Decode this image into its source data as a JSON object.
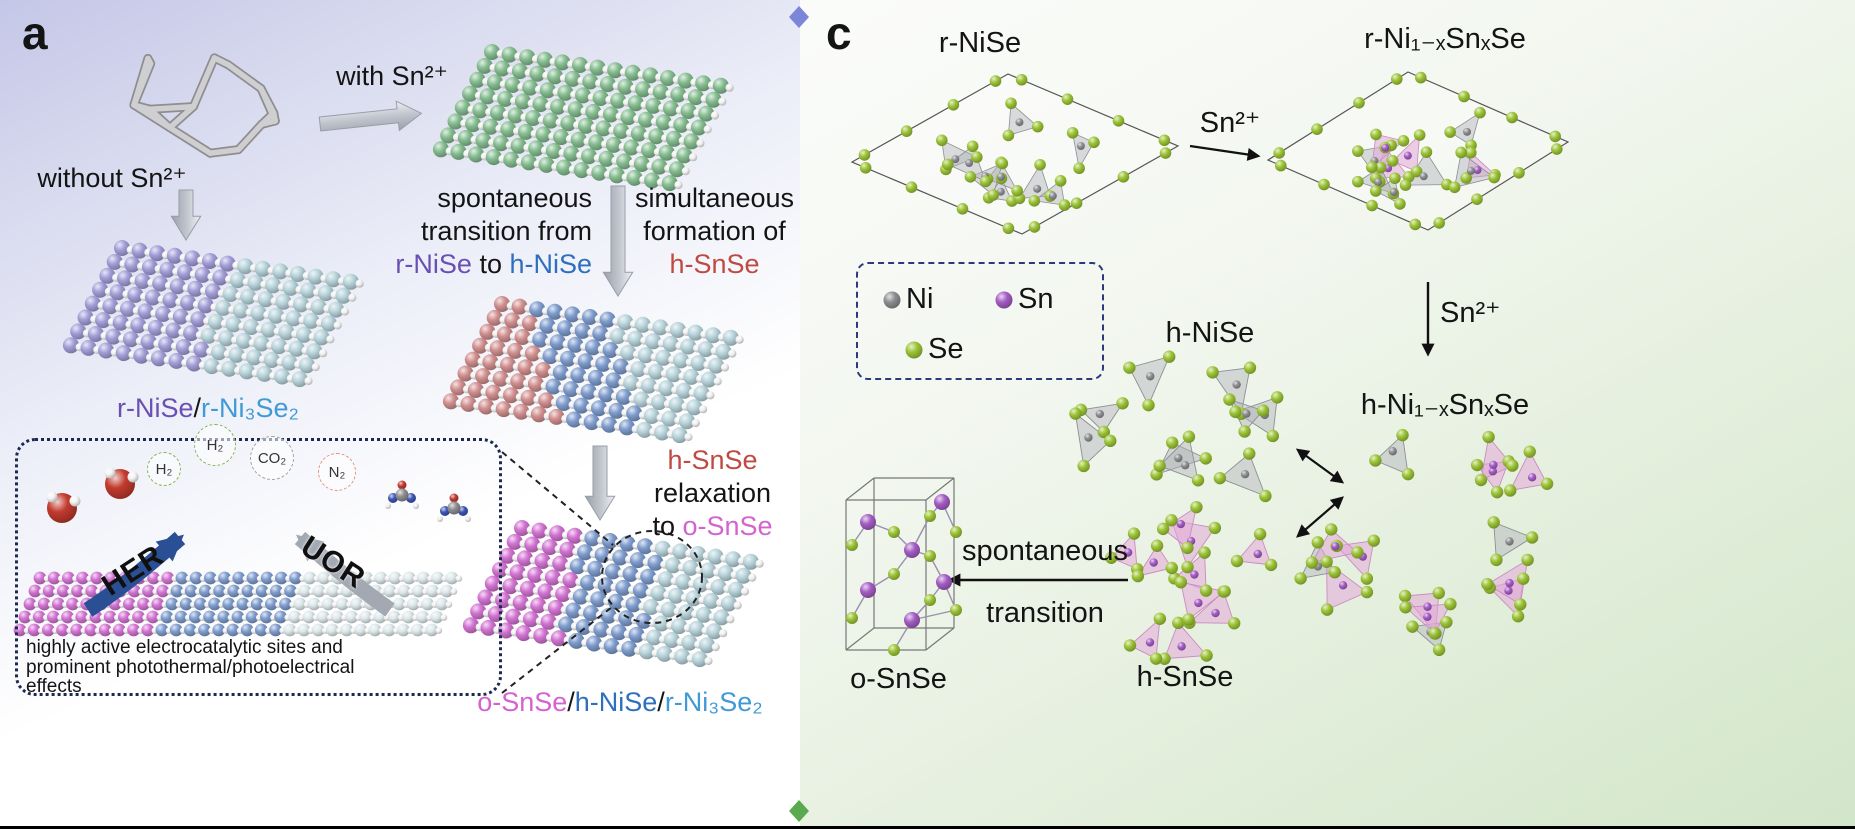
{
  "panel_a": {
    "label": "a",
    "with_sn": "with Sn²⁺",
    "without_sn": "without Sn²⁺",
    "transition": {
      "l1": "spontaneous",
      "l2": "transition from",
      "l3": [
        {
          "text": "r-NiSe",
          "color": "#6a4fb4"
        },
        {
          "text": " to ",
          "color": "#141414"
        },
        {
          "text": "h-NiSe",
          "color": "#2e6fbe"
        }
      ]
    },
    "formation": {
      "l1": "simultaneous",
      "l2": "formation of",
      "l3": [
        {
          "text": "h-SnSe",
          "color": "#bf4a42"
        }
      ]
    },
    "relaxation": {
      "l1": [
        {
          "text": "h-SnSe",
          "color": "#bf4a42"
        }
      ],
      "l2": "relaxation",
      "l3": [
        {
          "text": "to ",
          "color": "#141414"
        },
        {
          "text": "o-SnSe",
          "color": "#d463cf"
        }
      ]
    },
    "caption_left": [
      {
        "text": "r-NiSe",
        "color": "#6a4fb4"
      },
      {
        "text": "/",
        "color": "#141414"
      },
      {
        "text": "r-Ni₃Se₂",
        "color": "#3f9ad6"
      }
    ],
    "caption_bottom": [
      {
        "text": "o-SnSe",
        "color": "#d463cf"
      },
      {
        "text": "/",
        "color": "#141414"
      },
      {
        "text": "h-NiSe",
        "color": "#2e6fbe"
      },
      {
        "text": "/",
        "color": "#141414"
      },
      {
        "text": "r-Ni₃Se₂",
        "color": "#3f9ad6"
      }
    ],
    "inset": {
      "her": "HER",
      "uor": "UOR",
      "h2": "H₂",
      "co2": "CO₂",
      "n2": "N₂",
      "note": "highly active electrocatalytic sites and\nprominent photothermal/photoelectrical\neffects"
    }
  },
  "panel_c": {
    "label": "c",
    "r_nise": "r-NiSe",
    "sn_arrow_1": "Sn²⁺",
    "r_nisnse": "r-Ni₁₋ₓSnₓSe",
    "sn_arrow_2": "Sn²⁺",
    "legend": {
      "ni": "Ni",
      "sn": "Sn",
      "se": "Se"
    },
    "h_nise": "h-NiSe",
    "h_nisnse": "h-Ni₁₋ₓSnₓSe",
    "h_snse": "h-SnSe",
    "o_snse": "o-SnSe",
    "spont_l1": "spontaneous",
    "spont_l2": "transition"
  },
  "materials": {
    "green_sheet": "#85bd90",
    "purple_sheet": "#a49ed8",
    "pale_sheet": "#b7d3da",
    "salmon_sheet": "#d18f8f",
    "blue_sheet": "#7e9ccd",
    "magenta_sheet": "#d273d2",
    "white_atom": "#f2f2f2",
    "se_green": "#9cc436",
    "ni_gray": "#8e8e92",
    "sn_purple": "#a45cc4",
    "divider_top": "#7b86d8",
    "divider_bottom": "#5aa94e",
    "her_arrow": "#2b4f94",
    "uor_arrow": "#a3a9b2"
  }
}
